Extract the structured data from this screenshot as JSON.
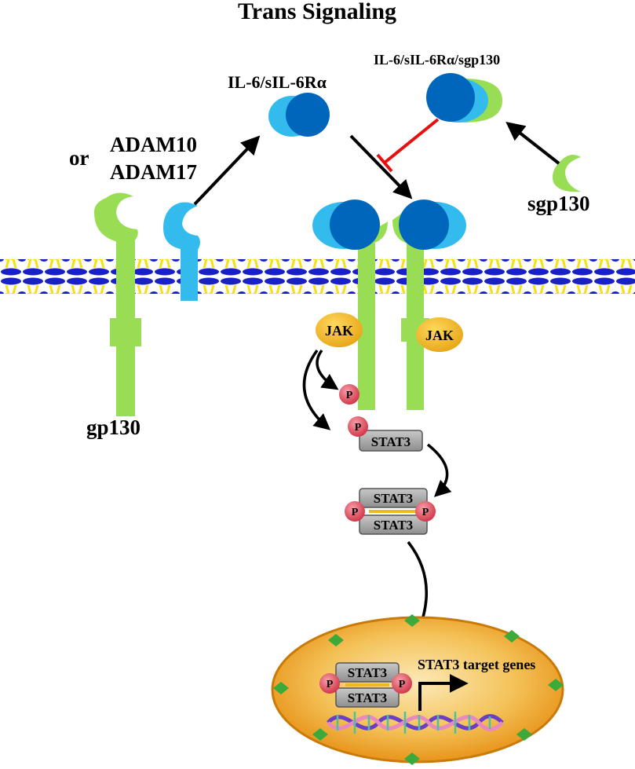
{
  "title": "Trans Signaling",
  "labels": {
    "complex_il6_sil6r": "IL-6/sIL-6Rα",
    "complex_il6_sil6r_sgp130": "IL-6/sIL-6Rα/sgp130",
    "sgp130": "sgp130",
    "or": "or",
    "adam10": "ADAM10",
    "adam17": "ADAM17",
    "gp130": "gp130",
    "jak": "JAK",
    "phospho": "P",
    "stat3": "STAT3",
    "target_genes": "STAT3 target genes"
  },
  "colors": {
    "gp130_green": "#99DD55",
    "receptor_light_blue": "#33BBEE",
    "il6_dark_blue": "#0066BB",
    "jak_yellow": "#F0B820",
    "phospho_red": "#E04A5A",
    "stat3_gray": "#A8A8A8",
    "inhibit_red": "#E61010",
    "nucleus_orange": "#EE9A10",
    "membrane_blue": "#1A20C8",
    "membrane_yellow": "#F5E010"
  }
}
